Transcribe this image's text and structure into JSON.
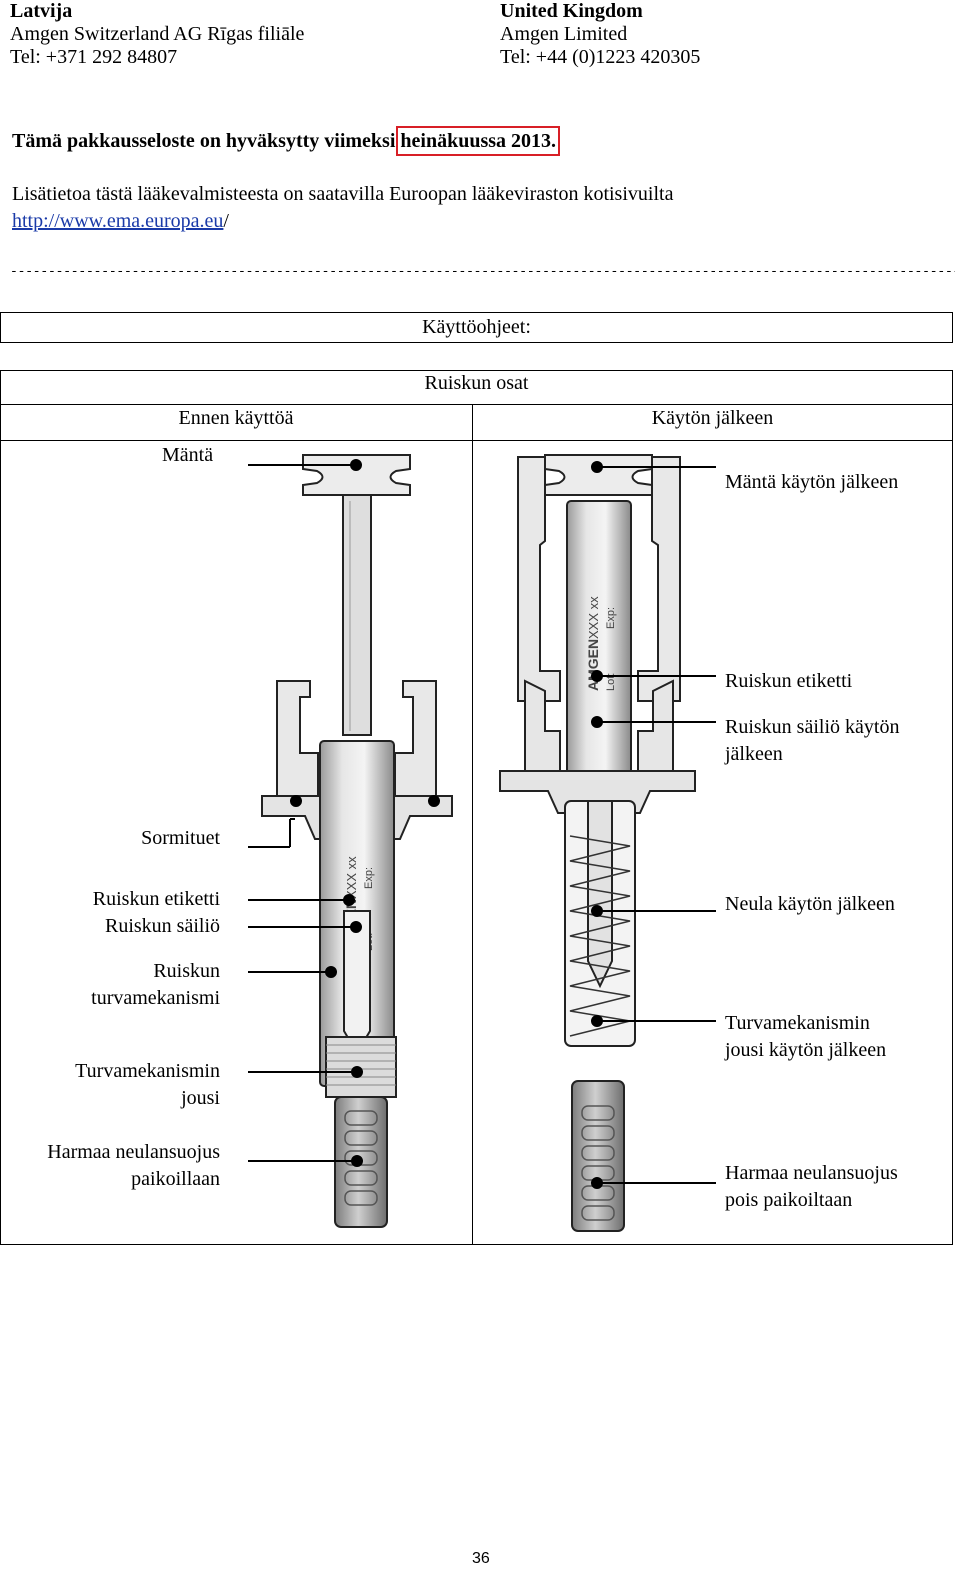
{
  "contacts": [
    {
      "country": "Latvija",
      "company": "Amgen Switzerland AG Rīgas filiāle",
      "tel": "Tel: +371 292 84807"
    },
    {
      "country": "United Kingdom",
      "company": "Amgen Limited",
      "tel": "Tel: +44 (0)1223 420305"
    }
  ],
  "approval": {
    "prefix": "Tämä pakkausseloste on hyväksytty viimeksi ",
    "date": "heinäkuussa 2013."
  },
  "more_info": {
    "text": "Lisätietoa tästä lääkevalmisteesta on saatavilla Euroopan lääkeviraston kotisivuilta",
    "url": "http://www.ema.europa.eu",
    "url_suffix": "/"
  },
  "separator": "--------------------------------------------------------------------------------------------------------------------------------------",
  "instructions_title": "Käyttöohjeet:",
  "table": {
    "header": "Ruiskun osat",
    "col_before": "Ennen käyttöä",
    "col_after": "Käytön jälkeen"
  },
  "labels_before": {
    "plunger": "Mäntä",
    "finger_grips": "Sormituet",
    "syringe_label": "Ruiskun etiketti",
    "syringe_barrel": "Ruiskun säiliö",
    "safety_guard_1": "Ruiskun",
    "safety_guard_2": "turvamekanismi",
    "safety_spring_1": "Turvamekanismin",
    "safety_spring_2": "jousi",
    "needle_cap_1": "Harmaa neulansuojus",
    "needle_cap_2": "paikoillaan"
  },
  "labels_after": {
    "plunger": "Mäntä käytön jälkeen",
    "syringe_label": "Ruiskun etiketti",
    "syringe_barrel_1": "Ruiskun säiliö käytön",
    "syringe_barrel_2": "jälkeen",
    "needle": "Neula käytön jälkeen",
    "spring_1": "Turvamekanismin",
    "spring_2": "jousi käytön jälkeen",
    "needle_cap_1": "Harmaa neulansuojus",
    "needle_cap_2": "pois paikoiltaan"
  },
  "syringe_print": {
    "brand": "AMGEN",
    "code": "XXX xx",
    "lot": "Lot:",
    "exp": "Exp:"
  },
  "page_number": "36"
}
